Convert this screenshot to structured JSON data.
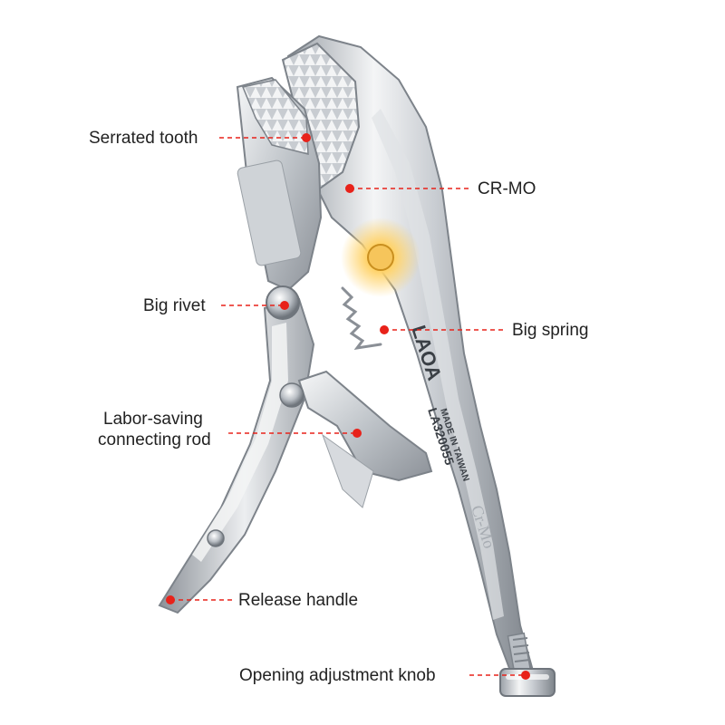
{
  "product": {
    "brand": "LAOA",
    "origin_text": "MADE IN TAIWAN",
    "model_text": "LA320055",
    "material_mark": "Cr-Mo"
  },
  "callouts": {
    "serrated_tooth": "Serrated tooth",
    "cr_mo": "CR-MO",
    "big_rivet": "Big rivet",
    "big_spring": "Big spring",
    "connecting_rod_line1": "Labor-saving",
    "connecting_rod_line2": "connecting rod",
    "release_handle": "Release handle",
    "adjustment_knob": "Opening adjustment knob"
  },
  "colors": {
    "marker": "#e8221a",
    "leader": "#e8221a",
    "text": "#222222",
    "metal_light": "#eef0f2",
    "metal_dark": "#8a8f96",
    "glow": "#ffd36a"
  }
}
